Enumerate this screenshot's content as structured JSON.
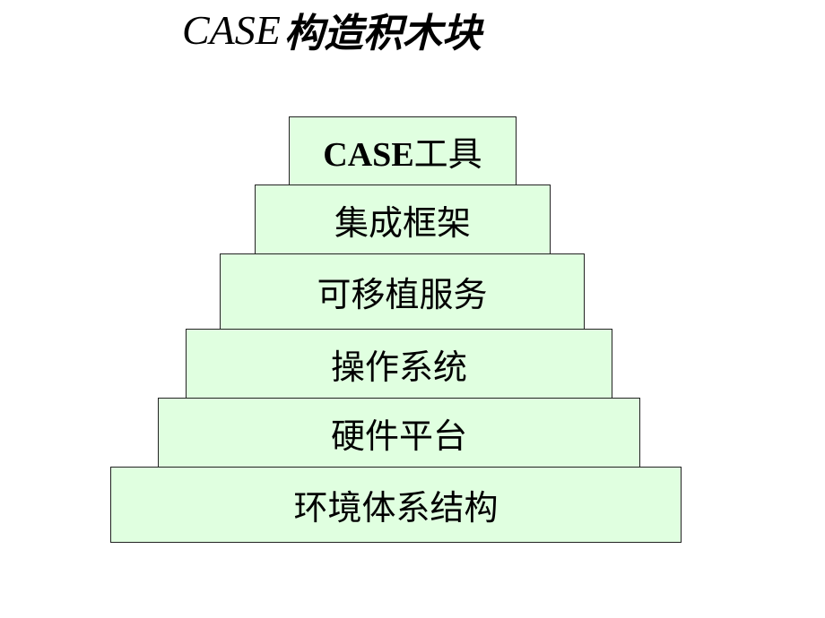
{
  "title": {
    "latin": "CASE",
    "cjk": "构造积木块"
  },
  "blocks": [
    {
      "latin": "CASE",
      "label": "工具"
    },
    {
      "latin": "",
      "label": "集成框架"
    },
    {
      "latin": "",
      "label": "可移植服务"
    },
    {
      "latin": "",
      "label": "操作系统"
    },
    {
      "latin": "",
      "label": "硬件平台"
    },
    {
      "latin": "",
      "label": "环境体系结构"
    }
  ],
  "colors": {
    "block_fill": "#e0ffe0",
    "border": "#222222",
    "text": "#000000"
  }
}
